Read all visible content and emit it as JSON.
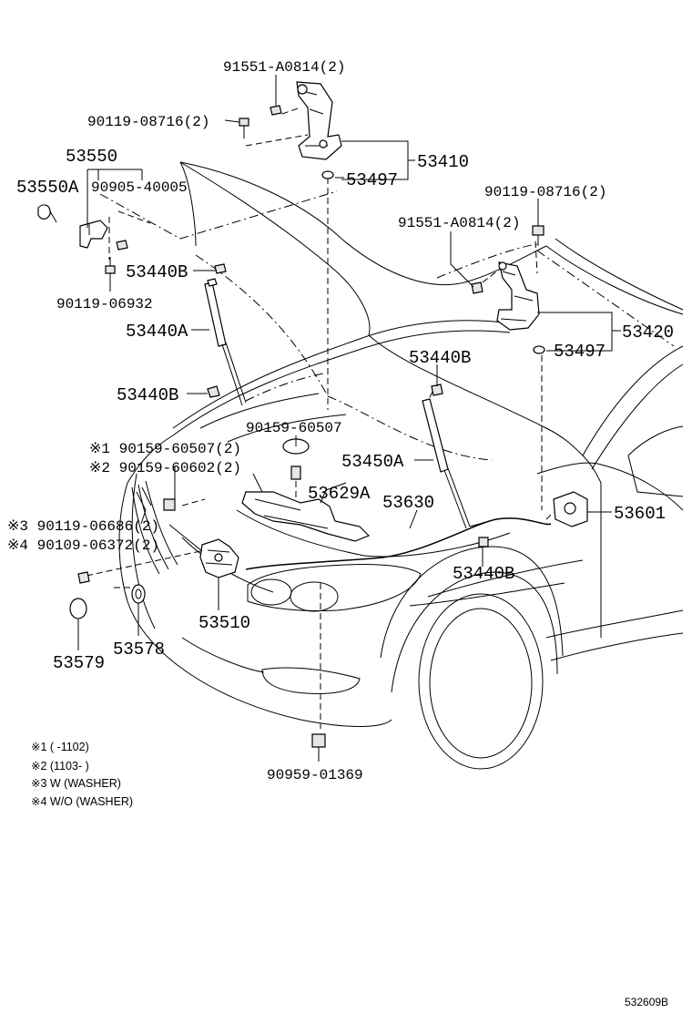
{
  "labels": {
    "l91551_top": "91551-A0814(2)",
    "l90119_08716_left": "90119-08716(2)",
    "l53550": "53550",
    "l53550A": "53550A",
    "l90905": "90905-40005",
    "l53410": "53410",
    "l53497_top": "53497",
    "l90119_08716_right": "90119-08716(2)",
    "l91551_right": "91551-A0814(2)",
    "l53440B_1": "53440B",
    "l90119_06932": "90119-06932",
    "l53440A": "53440A",
    "l53420": "53420",
    "l53497_right": "53497",
    "l53440B_2": "53440B",
    "l53440B_3": "53440B",
    "l90159_60507": "90159-60507",
    "l_x1_90159": "※1 90159-60507(2)",
    "l_x2_90159": "※2 90159-60602(2)",
    "l53450A": "53450A",
    "l53629A": "53629A",
    "l53630": "53630",
    "l53601": "53601",
    "l_x3_90119": "※3 90119-06686(2)",
    "l_x4_90109": "※4 90109-06372(2)",
    "l53440B_4": "53440B",
    "l53510": "53510",
    "l53578": "53578",
    "l53579": "53579",
    "l90959": "90959-01369"
  },
  "notes": [
    "※1 (      -1102)",
    "※2 (1103-       )",
    "※3 W (WASHER)",
    "※4 W/O (WASHER)"
  ],
  "drawing_code": "532609B"
}
